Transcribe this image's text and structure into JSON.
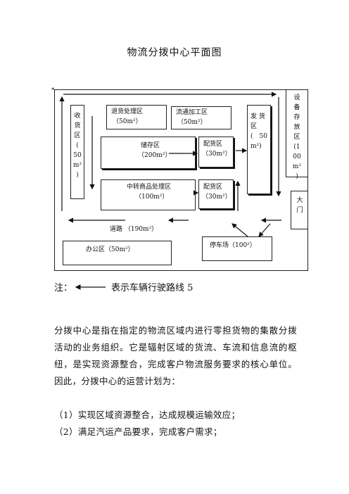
{
  "title": "物流分拨中心平面图",
  "stray_mark": "*",
  "zones": {
    "receiving": [
      "收",
      "货",
      "区",
      "(",
      "50",
      "m²",
      ")"
    ],
    "returns": [
      "退货处理区",
      "（50m²）"
    ],
    "processing": [
      "流通加工区",
      "（50m²）"
    ],
    "shipping": [
      "发 货",
      "区",
      "(　50",
      "m²)"
    ],
    "equipment": [
      "设",
      "备",
      "存",
      "放",
      "区",
      "(1",
      "00",
      "m²",
      ")"
    ],
    "storage": [
      "储存区",
      "（200m²）"
    ],
    "dist_upper": [
      "配货区",
      "（30m²）"
    ],
    "transit": [
      "中转商品处理区",
      "（100m²）"
    ],
    "dist_lower": [
      "配货区",
      "（30m²）"
    ],
    "gate": [
      "大",
      "门"
    ],
    "road": "道路 （190m²）",
    "office": "办公区（50m²）",
    "parking": "停车场（100²）"
  },
  "legend": {
    "prefix": "注：",
    "text": "表示车辆行驶路线 5"
  },
  "paragraph": "分拨中心是指在指定的物流区域内进行零担货物的集散分拨活动的业务组织。它是辐射区域的货流、车流和信息流的枢纽，是实现资源整合，完成客户物流服务要求的核心单位。因此，分拨中心的运营计划为：",
  "list": [
    "（1）实现区域资源整合，达成规模运输效应；",
    "（2）满足汽运产品要求，完成客户需求；"
  ]
}
